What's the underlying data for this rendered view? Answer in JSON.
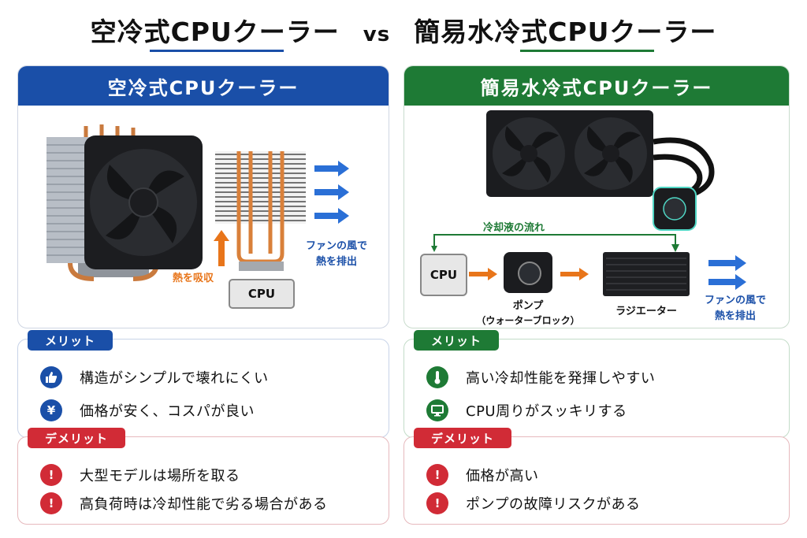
{
  "header": {
    "left_title": "空冷式CPUクーラー",
    "vs": "vs",
    "right_title": "簡易水冷式CPUクーラー"
  },
  "air": {
    "panel_title": "空冷式CPUクーラー",
    "absorb_label": "熱を吸収",
    "exhaust_label_1": "ファンの風で",
    "exhaust_label_2": "熱を排出",
    "cpu_label": "CPU"
  },
  "water": {
    "panel_title": "簡易水冷式CPUクーラー",
    "flow_label": "冷却液の流れ",
    "cpu_label": "CPU",
    "pump_label_1": "ポンプ",
    "pump_label_2": "（ウォーターブロック）",
    "radiator_label": "ラジエーター",
    "exhaust_label_1": "ファンの風で",
    "exhaust_label_2": "熱を排出"
  },
  "air_merits": {
    "tag": "メリット",
    "items": [
      {
        "icon": "thumbs-up-icon",
        "text": "構造がシンプルで壊れにくい"
      },
      {
        "icon": "yen-icon",
        "glyph": "¥",
        "text": "価格が安く、コスパが良い"
      }
    ]
  },
  "air_demerits": {
    "tag": "デメリット",
    "items": [
      {
        "icon": "warning-icon",
        "glyph": "!",
        "text": "大型モデルは場所を取る"
      },
      {
        "icon": "warning-icon",
        "glyph": "!",
        "text": "高負荷時は冷却性能で劣る場合がある"
      }
    ]
  },
  "water_merits": {
    "tag": "メリット",
    "items": [
      {
        "icon": "thermometer-icon",
        "text": "高い冷却性能を発揮しやすい"
      },
      {
        "icon": "monitor-icon",
        "text": "CPU周りがスッキリする"
      }
    ]
  },
  "water_demerits": {
    "tag": "デメリット",
    "items": [
      {
        "icon": "warning-icon",
        "glyph": "!",
        "text": "価格が高い"
      },
      {
        "icon": "warning-icon",
        "glyph": "!",
        "text": "ポンプの故障リスクがある"
      }
    ]
  },
  "colors": {
    "blue": "#1a4fa8",
    "green": "#1e7a35",
    "red": "#d12b36",
    "orange": "#e8751a",
    "arrow_blue": "#2a6fd6"
  }
}
